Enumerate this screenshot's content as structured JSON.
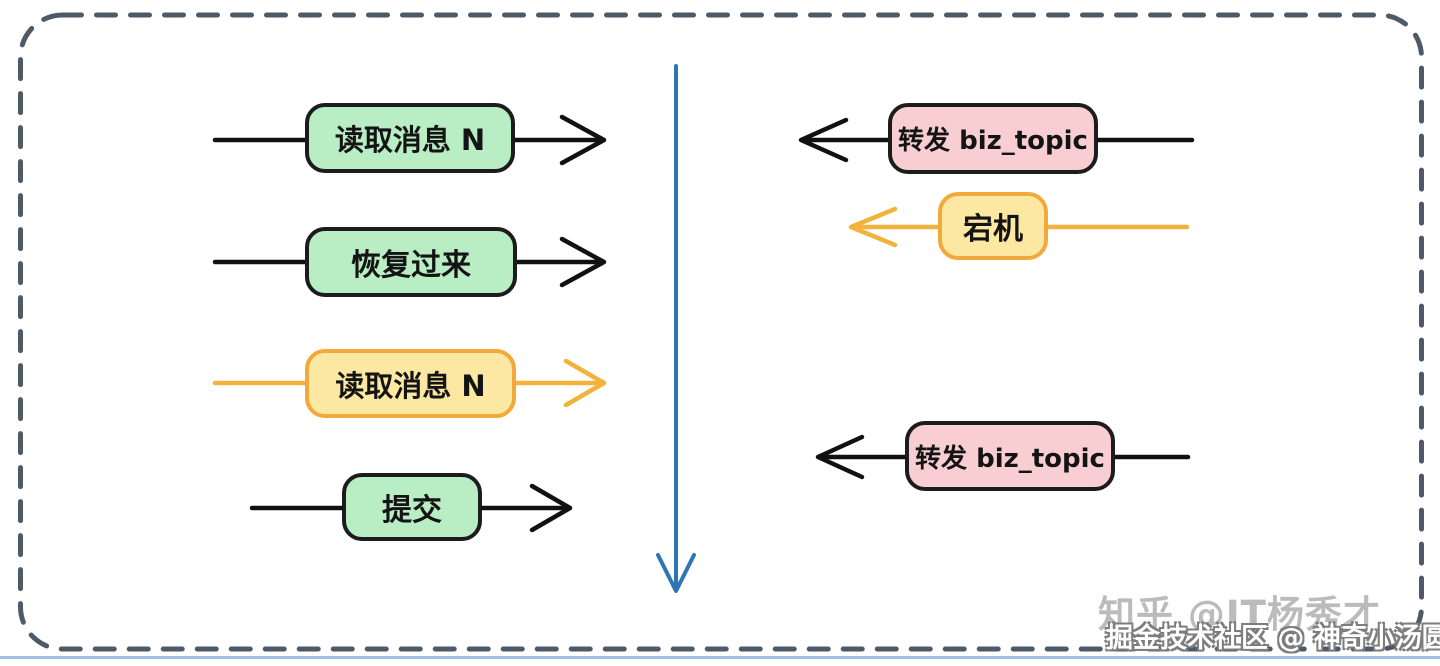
{
  "diagram": {
    "left_flows": [
      {
        "label": "读取消息 N",
        "style": "green",
        "arrow": "black-right"
      },
      {
        "label": "恢复过来",
        "style": "green",
        "arrow": "black-right"
      },
      {
        "label": "读取消息 N",
        "style": "yellow",
        "arrow": "yellow-right"
      },
      {
        "label": "提交",
        "style": "green",
        "arrow": "black-right"
      }
    ],
    "right_flows": [
      {
        "label": "转发 biz_topic",
        "style": "pink",
        "arrow": "black-left"
      },
      {
        "label": "宕机",
        "style": "yellow",
        "arrow": "yellow-left"
      },
      {
        "label": "转发 biz_topic",
        "style": "pink",
        "arrow": "black-left"
      }
    ],
    "center_arrow": "timeline-down"
  },
  "watermarks": {
    "zhihu": "知乎 @IT杨秀才",
    "juejin": "掘金技术社区 @ 神奇小汤圆"
  },
  "colors": {
    "box_green_fill": "#b9edc4",
    "box_yellow_fill": "#fce8a2",
    "box_yellow_border": "#f0a93a",
    "box_pink_fill": "#f8ced2",
    "box_border_dark": "#1c1c1c",
    "arrow_black": "#111111",
    "arrow_yellow": "#f2b33c",
    "arrow_blue": "#2e75b6",
    "dashed_border": "#4e5a68"
  }
}
